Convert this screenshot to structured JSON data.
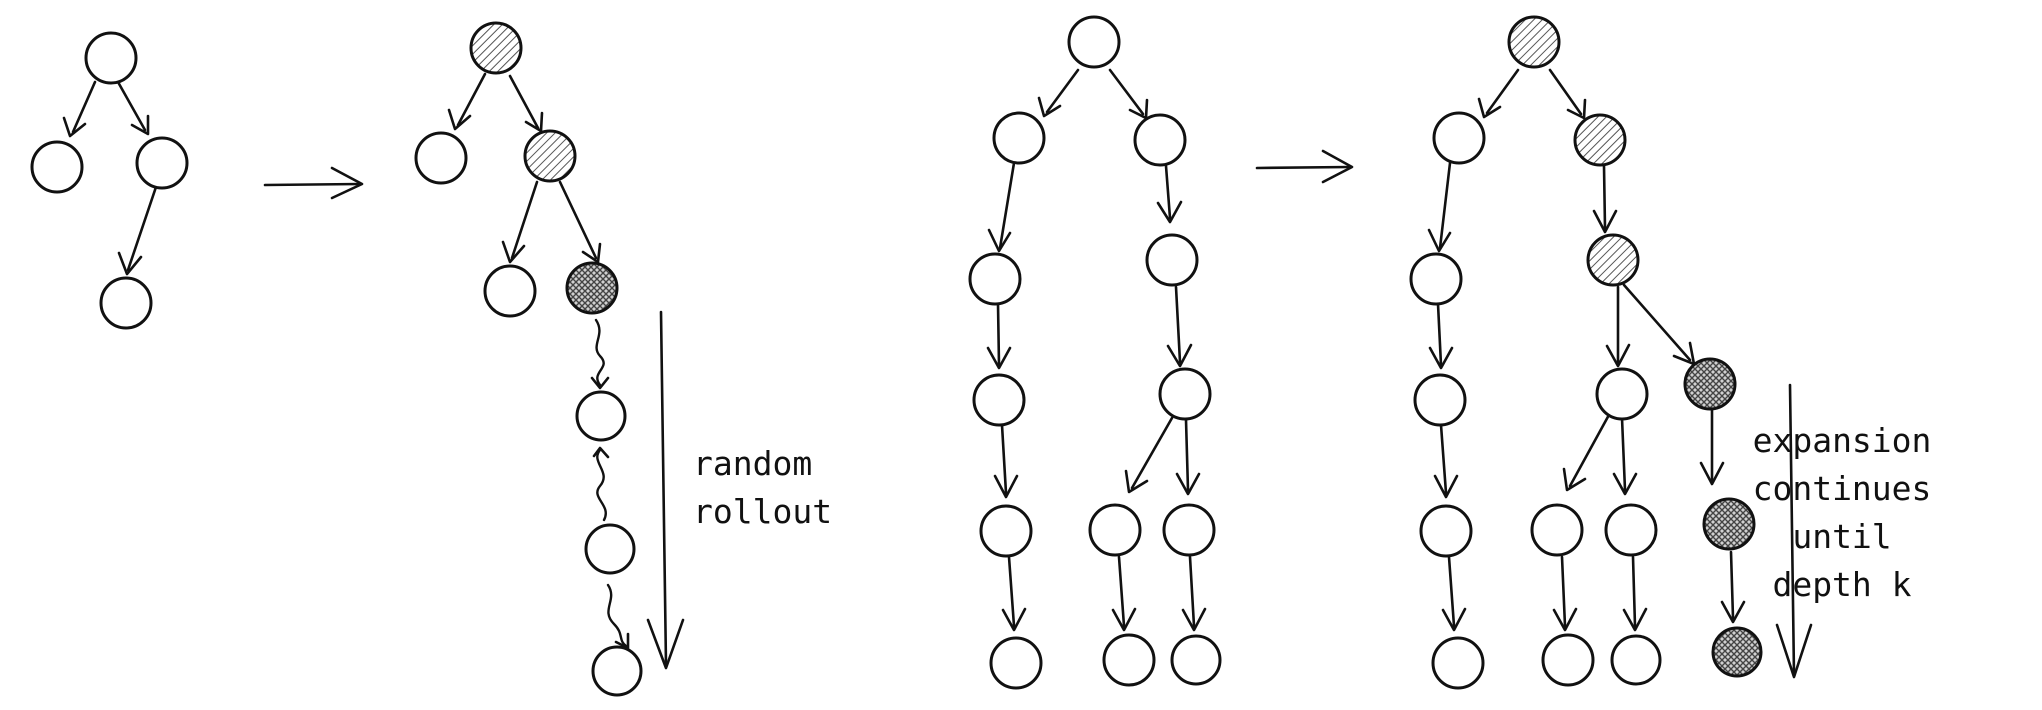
{
  "labels": {
    "random_rollout_line1": "random",
    "random_rollout_line2": "rollout",
    "expansion_line1": "expansion",
    "expansion_line2": "continues",
    "expansion_line3": "until",
    "expansion_line4": "depth k"
  },
  "colors": {
    "ink": "#111111",
    "background": "#ffffff",
    "shade": "#8a8a8a"
  }
}
